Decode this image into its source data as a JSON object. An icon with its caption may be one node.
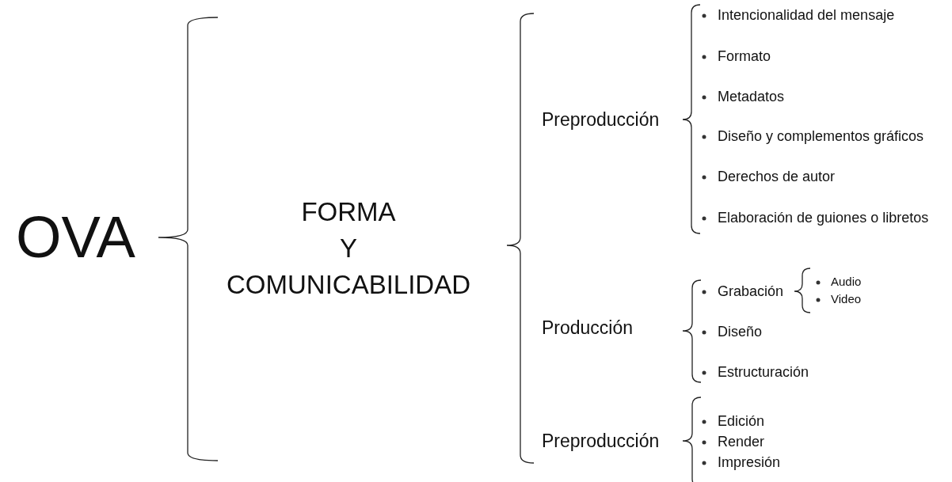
{
  "diagram": {
    "labels": [
      "OVA",
      "FORMA Y COMUNICABILIDAD",
      "Preproducción",
      "Intencionalidad del mensaje",
      "Formato",
      "Metadatos",
      "Diseño y complementos gráficos",
      "Derechos de autor",
      "Elaboración de guiones o libretos",
      "Producción",
      "Grabación",
      "Audio",
      "Video",
      "Diseño",
      "Estructuración",
      "Preproducción",
      "Edición",
      "Render",
      "Impresión"
    ]
  }
}
